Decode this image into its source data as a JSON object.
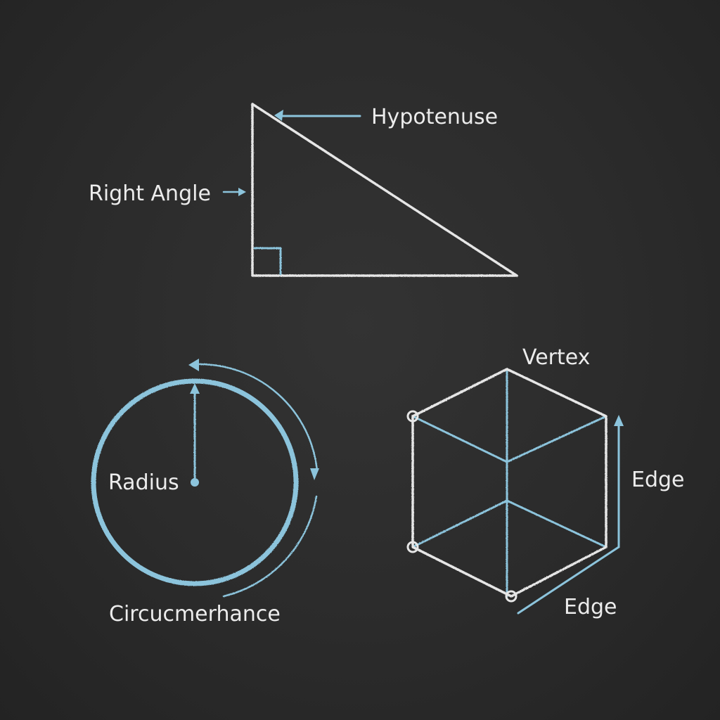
{
  "labels": {
    "hypotenuse": "Hypotenuse",
    "right_angle": "Right Angle",
    "radius": "Radius",
    "circumference": "Circucmerhance",
    "vertex": "Vertex",
    "edge_right": "Edge",
    "edge_bottom": "Edge"
  },
  "colors": {
    "board": "#2a2a2a",
    "chalk_white": "#e6e6e6",
    "chalk_blue": "#8cc4dc"
  }
}
